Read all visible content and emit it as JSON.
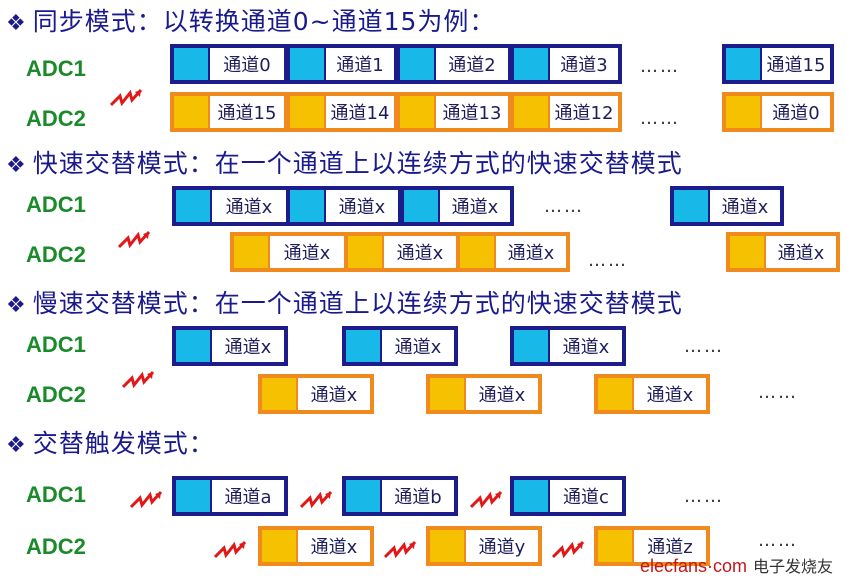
{
  "headings": {
    "sync": "同步模式：以转换通道0~通道15为例：",
    "fast": "快速交替模式：在一个通道上以连续方式的快速交替模式",
    "slow": "慢速交替模式：在一个通道上以连续方式的快速交替模式",
    "trigger": "交替触发模式："
  },
  "bullet": "❖",
  "adc1": "ADC1",
  "adc2": "ADC2",
  "ellipsis": "……",
  "sync": {
    "adc1_channels": [
      "通道0",
      "通道1",
      "通道2",
      "通道3",
      "通道15"
    ],
    "adc2_channels": [
      "通道15",
      "通道14",
      "通道13",
      "通道12",
      "通道0"
    ]
  },
  "fast": {
    "adc1_channels": [
      "通道x",
      "通道x",
      "通道x",
      "通道x"
    ],
    "adc2_channels": [
      "通道x",
      "通道x",
      "通道x",
      "通道x"
    ]
  },
  "slow": {
    "adc1_channels": [
      "通道x",
      "通道x",
      "通道x"
    ],
    "adc2_channels": [
      "通道x",
      "通道x",
      "通道x"
    ]
  },
  "trigger": {
    "adc1_channels": [
      "通道a",
      "通道b",
      "通道c"
    ],
    "adc2_channels": [
      "通道x",
      "通道y",
      "通道z"
    ]
  },
  "watermark": {
    "site": "elecfans·com",
    "cn": "电子发烧友"
  },
  "colors": {
    "adc1_fill": "#18b8e8",
    "adc1_border": "#1c1c8a",
    "adc2_fill": "#f5c100",
    "adc2_border": "#f08a1e",
    "heading": "#1a1a8c",
    "adc_label": "#1a8a2a",
    "trigger_icon": "#e01818"
  }
}
